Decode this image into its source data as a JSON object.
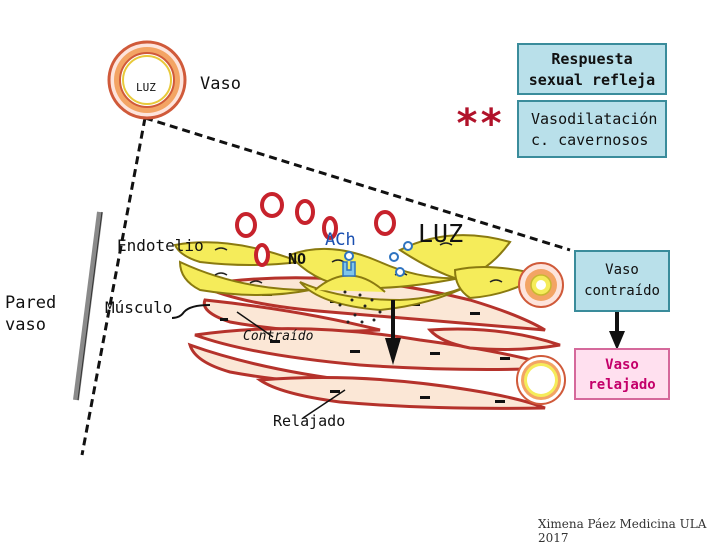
{
  "labels": {
    "luz_small": "LUZ",
    "vaso": "Vaso",
    "endotelio": "Endotelio",
    "musculo": "Músculo",
    "pared_line1": "Pared",
    "pared_line2": "vaso",
    "no": "NO",
    "ach": "ACh",
    "luz_big": "LUZ",
    "contraido": "Contraído",
    "relajado": "Relajado",
    "asterisks": "**"
  },
  "boxes": {
    "respuesta_line1": "Respuesta",
    "respuesta_line2": "sexual refleja",
    "vasodil_line1": "Vasodilatación",
    "vasodil_line2": "c. cavernosos",
    "contraido_line1": "Vaso",
    "contraido_line2": "contraído",
    "relajado_line1": "Vaso",
    "relajado_line2": "relajado"
  },
  "credit": "Ximena Páez Medicina ULA 2017",
  "colors": {
    "endothelium": "#f5ec5a",
    "muscle": "#fbe7d6",
    "muscle_outline": "#b5322b",
    "rbc": "#c7222c",
    "box_fill": "#b9e0ea",
    "box_relajado": "#ffe0ef",
    "ach_blue": "#2f74c0"
  }
}
